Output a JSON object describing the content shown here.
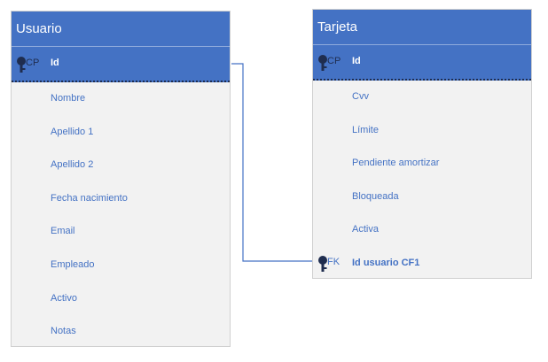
{
  "entities": {
    "usuario": {
      "title": "Usuario",
      "pk": {
        "key": "CP",
        "label": "Id"
      },
      "fields": [
        "Nombre",
        "Apellido 1",
        "Apellido 2",
        "Fecha nacimiento",
        "Email",
        "Empleado",
        "Activo",
        "Notas"
      ]
    },
    "tarjeta": {
      "title": "Tarjeta",
      "pk": {
        "key": "CP",
        "label": "Id"
      },
      "fields": [
        "Cvv",
        "Límite",
        "Pendiente amortizar",
        "Bloqueada",
        "Activa"
      ],
      "fk": {
        "key": "FK",
        "label": "Id usuario CF1"
      }
    }
  },
  "colors": {
    "header": "#4472c4",
    "body": "#f2f2f2",
    "text": "#4472c4",
    "key_icon": "#1f2d4f"
  },
  "icons": {
    "key": "key-icon"
  }
}
